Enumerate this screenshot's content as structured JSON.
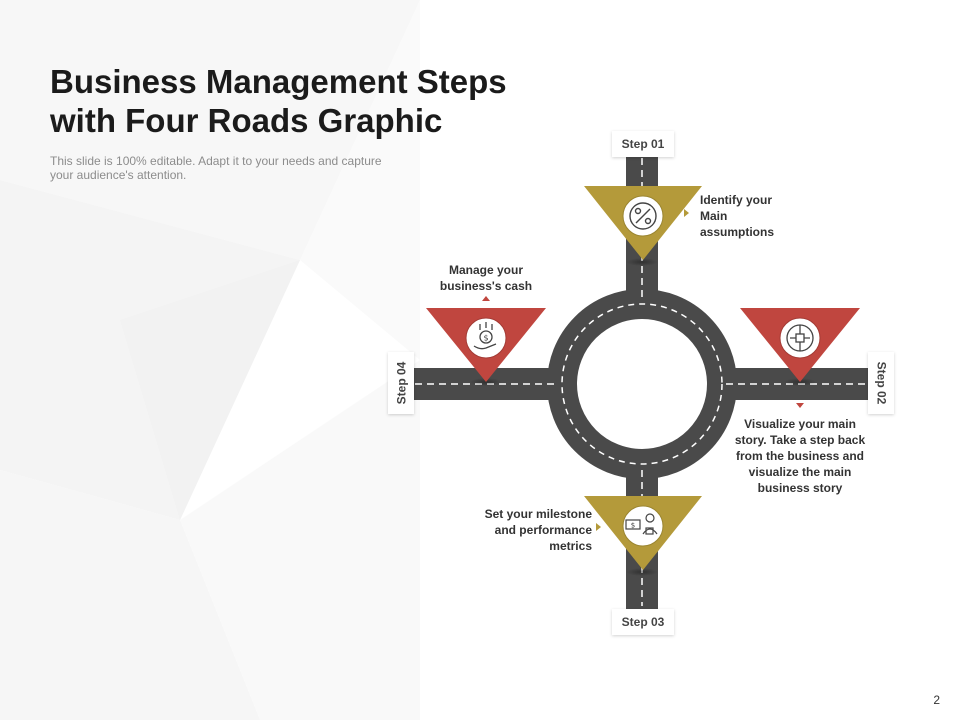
{
  "slide": {
    "title_lines": [
      "Business Management Steps",
      "with Four Roads Graphic"
    ],
    "subtitle_lines": [
      "This slide is 100% editable. Adapt it to your needs and capture",
      "your audience's attention."
    ],
    "page_number": "2"
  },
  "colors": {
    "road": "#4a4a4a",
    "road_dash": "#ffffff",
    "gold": "#b49a3a",
    "red": "#c0463f",
    "text": "#333333"
  },
  "steps": [
    {
      "label": "Step 01",
      "icon": "percent-icon",
      "color": "gold",
      "desc_lines": [
        "Identify your",
        "Main",
        "assumptions"
      ]
    },
    {
      "label": "Step 02",
      "icon": "presentation-icon",
      "color": "red",
      "desc_lines": [
        "Visualize your main",
        "story.  Take a step back",
        "from the business  and",
        "visualize the main",
        "business  story"
      ]
    },
    {
      "label": "Step 03",
      "icon": "money-person-icon",
      "color": "gold",
      "desc_lines": [
        "Set your milestone",
        "and performance",
        "metrics"
      ]
    },
    {
      "label": "Step 04",
      "icon": "money-hand-icon",
      "color": "red",
      "desc_lines": [
        "Manage your",
        "business's  cash"
      ]
    }
  ]
}
